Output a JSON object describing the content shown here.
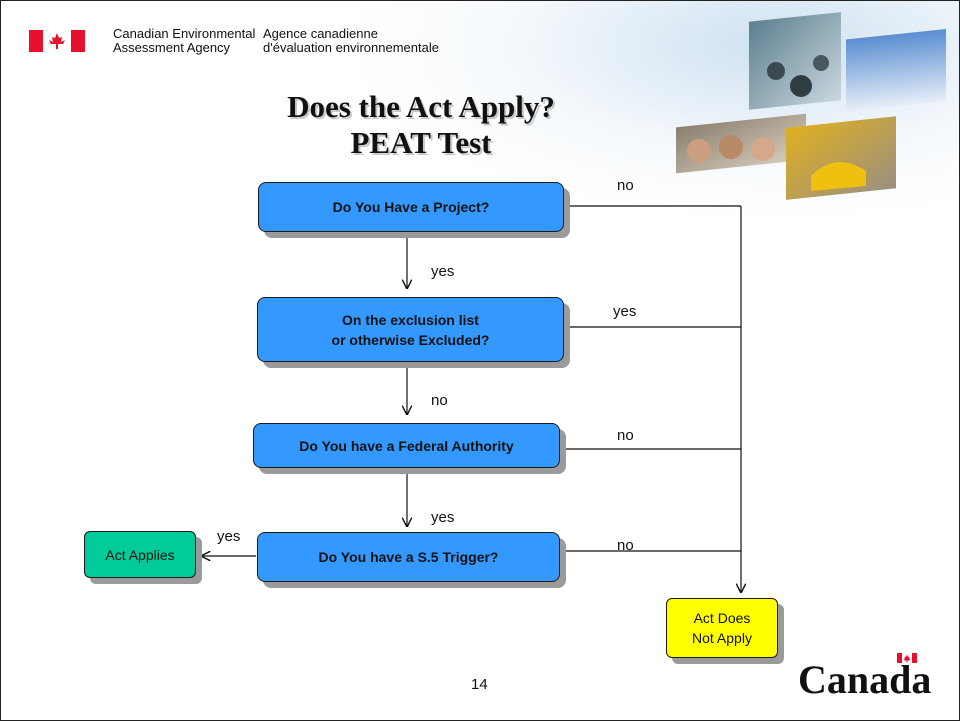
{
  "header": {
    "agency_en": [
      "Canadian Environmental",
      "Assessment Agency"
    ],
    "agency_fr": [
      "Agence canadienne",
      "d'évaluation environnementale"
    ]
  },
  "title": [
    "Does the Act Apply?",
    "PEAT Test"
  ],
  "flow": {
    "q1": "Do You Have a  Project?",
    "q2": [
      "On the exclusion list",
      "or otherwise Excluded?"
    ],
    "q3": "Do You have a Federal Authority",
    "q4": "Do You have a S.5 Trigger?",
    "act_applies": "Act Applies",
    "act_not_apply": [
      "Act Does",
      "Not Apply"
    ]
  },
  "edges": {
    "q1_down": "yes",
    "q2_down": "no",
    "q3_down": "yes",
    "q4_left": "yes",
    "q1_right": "no",
    "q2_right": "yes",
    "q3_right": "no",
    "q4_right": "no"
  },
  "footer": {
    "page_number": "14",
    "wordmark": "Canada"
  },
  "colors": {
    "question_box": "#3399ff",
    "act_applies_box": "#00cc99",
    "act_not_apply_box": "#ffff00",
    "flag_red": "#e8112d"
  },
  "icons": {
    "flag": "canada-flag-icon",
    "collage": "photo-collage-image"
  }
}
